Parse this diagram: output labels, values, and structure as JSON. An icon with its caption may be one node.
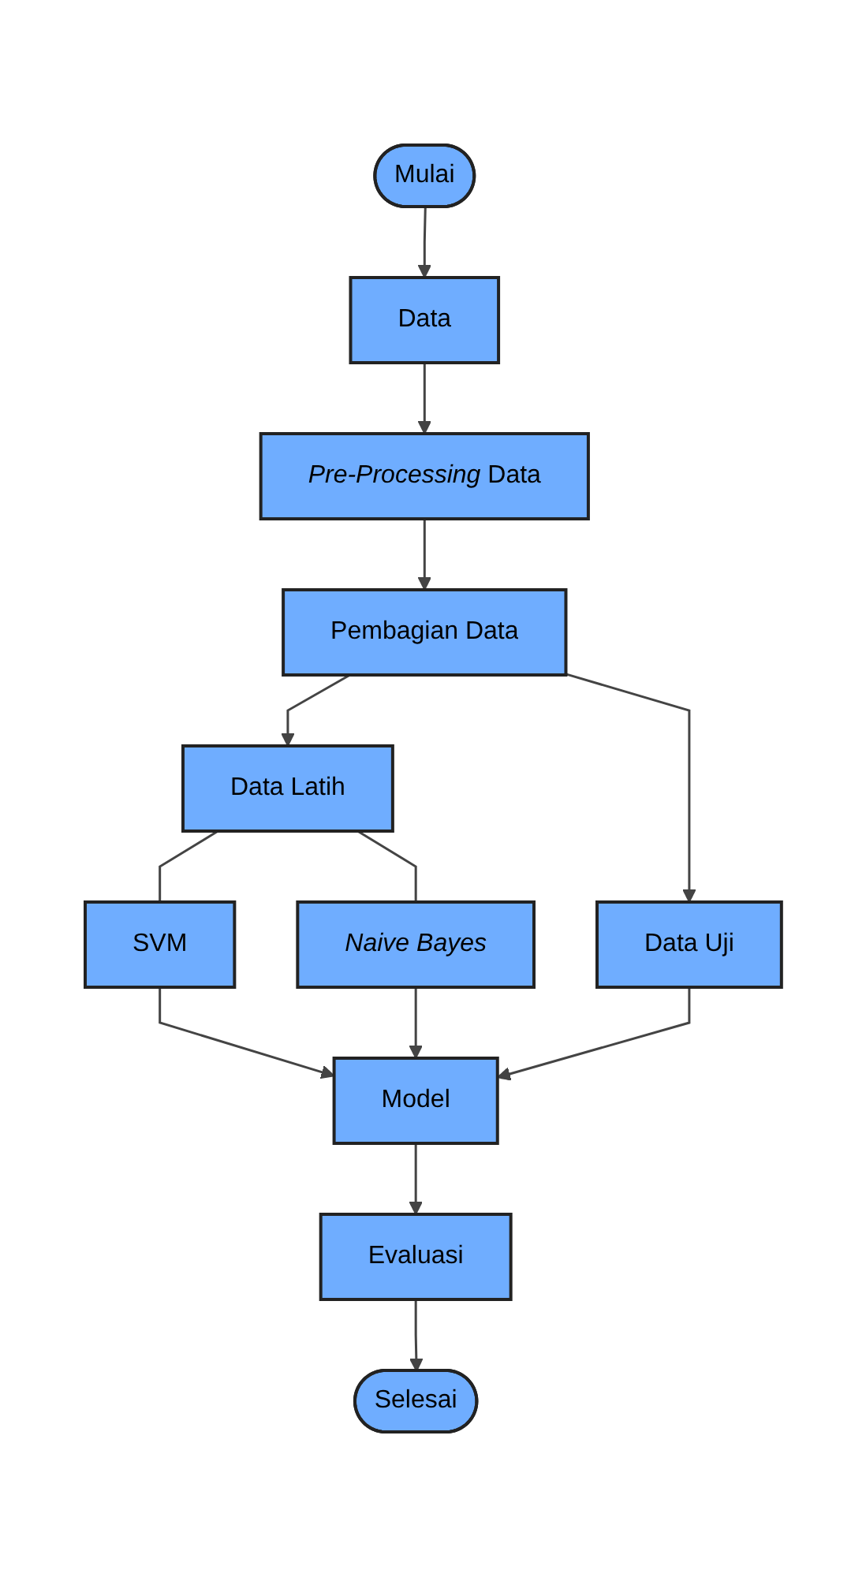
{
  "diagram": {
    "nodes": [
      {
        "text": [
          "Mulai"
        ]
      },
      {
        "text": [
          "Data"
        ]
      },
      {
        "text": [
          "*Pre-Processing* Data"
        ]
      },
      {
        "text": [
          "Pembagian Data"
        ]
      },
      {
        "text": [
          "Data Latih"
        ]
      },
      {
        "text": [
          "Data Uji"
        ]
      },
      {
        "text": [
          "SVM"
        ]
      },
      {
        "text": [
          "Naive Bayes"
        ]
      },
      {
        "text": [
          "Model"
        ]
      },
      {
        "text": [
          "Evaluasi"
        ]
      },
      {
        "text": [
          "Selesai"
        ]
      }
    ],
    "edges": [
      {
        "from": 0,
        "to": 1,
        "arrow": "to"
      },
      {
        "from": 1,
        "to": 2,
        "arrow": "to"
      },
      {
        "from": 2,
        "to": 3,
        "arrow": "to"
      },
      {
        "from": 3,
        "to": 4,
        "arrow": "to"
      },
      {
        "from": 3,
        "to": 5,
        "arrow": "to"
      },
      {
        "from": 4,
        "to": 6,
        "arrow": "none"
      },
      {
        "from": 4,
        "to": 7,
        "arrow": "none"
      },
      {
        "from": 6,
        "to": 8,
        "arrow": "to"
      },
      {
        "from": 7,
        "to": 8,
        "arrow": "to"
      },
      {
        "from": 5,
        "to": 8,
        "arrow": "to"
      },
      {
        "from": 8,
        "to": 9,
        "arrow": "to"
      },
      {
        "from": 9,
        "to": 10,
        "arrow": "to"
      }
    ]
  }
}
